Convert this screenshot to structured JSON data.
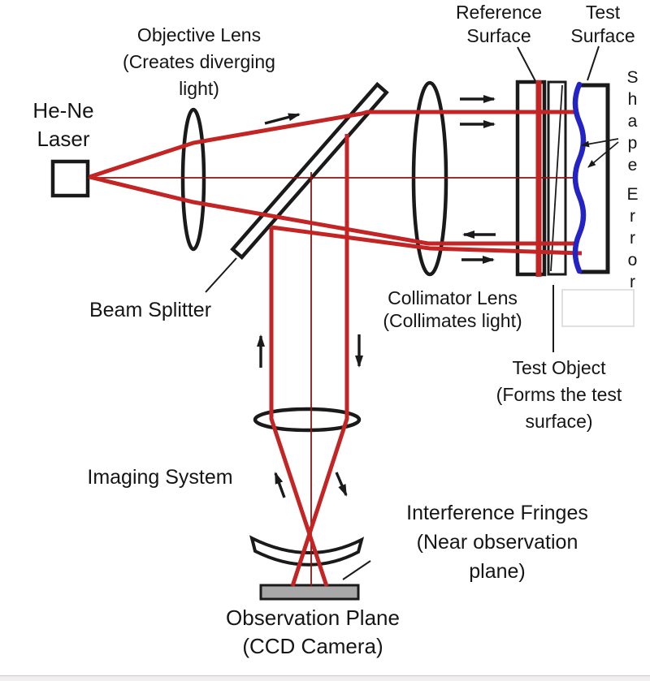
{
  "title": "Fizeau interferometer diagram",
  "labels": {
    "objective_lens": {
      "l1": "Objective Lens",
      "l2": "(Creates diverging",
      "l3": "light)"
    },
    "he_ne_laser": {
      "l1": "He-Ne",
      "l2": "Laser"
    },
    "reference_surface": {
      "l1": "Reference",
      "l2": "Surface"
    },
    "test_surface": {
      "l1": "Test",
      "l2": "Surface"
    },
    "shape_error": {
      "word1": "Shape",
      "word2": "Error"
    },
    "beam_splitter": {
      "l1": "Beam Splitter"
    },
    "collimator_lens": {
      "l1": "Collimator Lens",
      "l2": "(Collimates light)"
    },
    "test_object": {
      "l1": "Test Object",
      "l2": "(Forms the test",
      "l3": "surface)"
    },
    "imaging_system": {
      "l1": "Imaging System"
    },
    "interference_fringes": {
      "l1": "Interference Fringes",
      "l2": "(Near observation",
      "l3": "plane)"
    },
    "observation_plane": {
      "l1": "Observation Plane",
      "l2": "(CCD Camera)"
    }
  },
  "colors": {
    "beam": "#c32424",
    "axis": "#8a1616",
    "test_surface_blue": "#2424c4",
    "outline": "#1a1a1a",
    "ccd_fill": "#a8a8a8"
  }
}
